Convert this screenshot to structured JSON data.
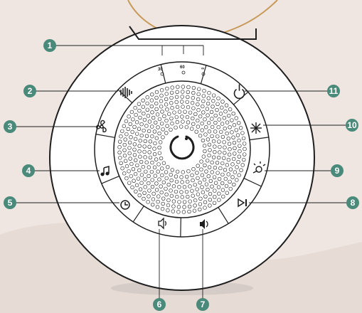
{
  "colors": {
    "background": "#efe6e1",
    "callout_fill": "#4a8a7a",
    "accent_cord": "#c79a5a",
    "device_body": "#ffffff",
    "outline": "#1e1e1e"
  },
  "timer_labels": [
    "30",
    "60",
    "∞"
  ],
  "callouts": [
    {
      "number": "1",
      "target": "timer-indicator-lights"
    },
    {
      "number": "2",
      "target": "white-noise-button"
    },
    {
      "number": "3",
      "target": "fan-sound-button"
    },
    {
      "number": "4",
      "target": "music-button"
    },
    {
      "number": "5",
      "target": "timer-button"
    },
    {
      "number": "6",
      "target": "volume-down-button"
    },
    {
      "number": "7",
      "target": "volume-up-button"
    },
    {
      "number": "8",
      "target": "play-pause-button"
    },
    {
      "number": "9",
      "target": "light-mode-button"
    },
    {
      "number": "10",
      "target": "brightness-button"
    },
    {
      "number": "11",
      "target": "power-button"
    }
  ],
  "icons": {
    "power": "power-icon",
    "brightness": "brightness-icon",
    "light": "light-bulb-icon",
    "play_pause": "play-pause-icon",
    "volume_up": "volume-up-icon",
    "volume_down": "volume-down-icon",
    "timer": "clock-icon",
    "music": "music-note-icon",
    "fan": "fan-icon",
    "white_noise": "sound-wave-icon",
    "center": "control-knob-icon"
  }
}
